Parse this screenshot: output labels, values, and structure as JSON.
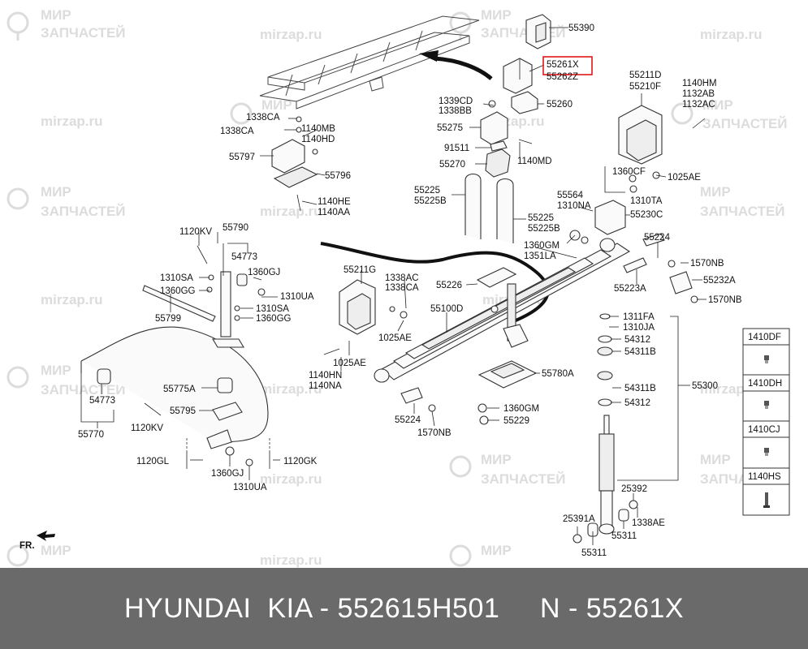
{
  "watermark": {
    "brand_line1": "МИР",
    "brand_line2": "ЗАПЧАСТЕЙ",
    "site": "mirzap.ru"
  },
  "part_labels": {
    "p55390": "55390",
    "p55261X": "55261X",
    "p55262Z": "55262Z",
    "p55260": "55260",
    "p1339CD": "1339CD",
    "p1338BB": "1338BB",
    "p55275": "55275",
    "p91511": "91511",
    "p55270": "55270",
    "p1140MD": "1140MD",
    "p55211D": "55211D",
    "p55210F": "55210F",
    "p1140HM": "1140HM",
    "p1132AB": "1132AB",
    "p1132AC": "1132AC",
    "p1360CF": "1360CF",
    "p1025AE_r": "1025AE",
    "p1310TA": "1310TA",
    "p55564": "55564",
    "p1310NA": "1310NA",
    "p55230C": "55230C",
    "p55224_r": "55224",
    "p1570NB_a": "1570NB",
    "p55232A": "55232A",
    "p1570NB_b": "1570NB",
    "p55223A": "55223A",
    "p1338CA_a": "1338CA",
    "p1338CA_b": "1338CA",
    "p1140MB": "1140MB",
    "p1140HD": "1140HD",
    "p55797": "55797",
    "p55796": "55796",
    "p1140HE": "1140HE",
    "p1140AA": "1140AA",
    "p55225_a": "55225",
    "p55225B_a": "55225B",
    "p55225_b": "55225",
    "p55225B_b": "55225B",
    "p1360GM_a": "1360GM",
    "p1351LA": "1351LA",
    "p55226": "55226",
    "p55211G": "55211G",
    "p1338AC": "1338AC",
    "p1338CA_c": "1338CA",
    "p55100D": "55100D",
    "p1025AE_c": "1025AE",
    "p1025AE_l": "1025AE",
    "p1140HN": "1140HN",
    "p1140NA": "1140NA",
    "p1120KV_a": "1120KV",
    "p55790": "55790",
    "p54773_a": "54773",
    "p1310SA_a": "1310SA",
    "p1360GJ_a": "1360GJ",
    "p1360GG_a": "1360GG",
    "p1310UA_a": "1310UA",
    "p1310SA_b": "1310SA",
    "p1360GG_b": "1360GG",
    "p55799": "55799",
    "p54773_b": "54773",
    "p55770": "55770",
    "p55775A": "55775A",
    "p55795": "55795",
    "p1120KV_b": "1120KV",
    "p1120GL": "1120GL",
    "p1360GJ_b": "1360GJ",
    "p1310UA_b": "1310UA",
    "p1120GK": "1120GK",
    "p55780A": "55780A",
    "p55224_c": "55224",
    "p1570NB_c": "1570NB",
    "p1360GM_b": "1360GM",
    "p55229": "55229",
    "p1311FA": "1311FA",
    "p1310JA": "1310JA",
    "p54312_a": "54312",
    "p54311B_a": "54311B",
    "p55300": "55300",
    "p54311B_b": "54311B",
    "p54312_b": "54312",
    "p25392": "25392",
    "p25391A": "25391A",
    "p1338AE": "1338AE",
    "p55311_a": "55311",
    "p55311_b": "55311",
    "fr": "FR."
  },
  "legend": [
    {
      "code": "1410DF"
    },
    {
      "code": "1410DH"
    },
    {
      "code": "1410CJ"
    },
    {
      "code": "1140HS"
    }
  ],
  "banner": {
    "text": "HYUNDAI  KIA - 552615H501     N - 55261X"
  },
  "colors": {
    "highlight": "#e01818",
    "banner_bg": "#6a6a6a",
    "banner_text": "#ffffff"
  }
}
